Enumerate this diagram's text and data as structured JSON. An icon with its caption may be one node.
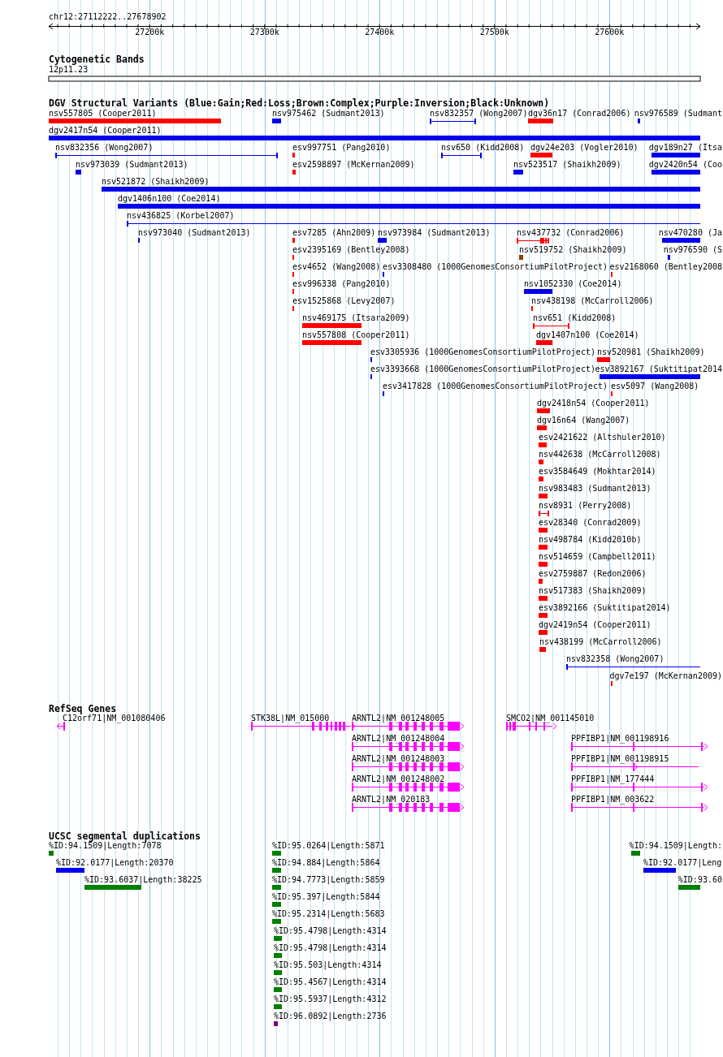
{
  "diagram": {
    "nodes": [
      {
        "text": [
          "nsv557805 (Cooper2011)"
        ]
      },
      {
        "text": [
          "nsv975462 (Sudmant2013)"
        ]
      },
      {
        "text": [
          "nsv832357 (Wong2007)"
        ]
      },
      {
        "text": [
          "dgv36n17 (Conrad2006)"
        ]
      },
      {
        "text": [
          "nsv976589 (Sudmant"
        ]
      },
      {
        "text": [
          "dgv2417n54 (Cooper2011)"
        ]
      },
      {
        "text": [
          "nsv832356 (Wong2007)"
        ]
      },
      {
        "text": [
          "esv997751 (Pang2010)"
        ]
      },
      {
        "text": [
          "nsv650 (Kidd2008)"
        ]
      },
      {
        "text": [
          "dgv24e203 (Vogler2010)"
        ]
      },
      {
        "text": [
          "dgv189n27 (Itsa"
        ]
      },
      {
        "text": [
          "nsv973039 (Sudmant2013)"
        ]
      },
      {
        "text": [
          "esv2598897 (McKernan2009)"
        ]
      },
      {
        "text": [
          "nsv523517 (Shaikh2009)"
        ]
      },
      {
        "text": [
          "dgv2420n54 (Coo"
        ]
      },
      {
        "text": [
          "nsv521872 (Shaikh2009)"
        ]
      },
      {
        "text": [
          "dgv1406n100 (Coe2014)"
        ]
      },
      {
        "text": [
          "nsv436825 (Korbel2007)"
        ]
      },
      {
        "text": [
          "nsv973040 (Sudmant2013)"
        ]
      },
      {
        "text": [
          "esv7285 (Ahn2009)"
        ]
      },
      {
        "text": [
          "nsv973984 (Sudmant2013)"
        ]
      },
      {
        "text": [
          "nsv437732 (Conrad2006)"
        ]
      },
      {
        "text": [
          "nsv470280 (Ja"
        ]
      },
      {
        "text": [
          "esv2395169 (Bentley2008)"
        ]
      },
      {
        "text": [
          "nsv519752 (Shaikh2009)"
        ]
      },
      {
        "text": [
          "nsv976590 (S"
        ]
      },
      {
        "text": [
          "esv4652 (Wang2008)"
        ]
      },
      {
        "text": [
          "esv3308480 (1000GenomesConsortiumPilotProject)"
        ]
      },
      {
        "text": [
          "esv2168060 (Bentley2008"
        ]
      },
      {
        "text": [
          "esv996338 (Pang2010)"
        ]
      },
      {
        "text": [
          "nsv1052330 (Coe2014)"
        ]
      },
      {
        "text": [
          "esv1525868 (Levy2007)"
        ]
      },
      {
        "text": [
          "nsv438198 (McCarroll2006)"
        ]
      },
      {
        "text": [
          "nsv469175 (Itsara2009)"
        ]
      },
      {
        "text": [
          "nsv651 (Kidd2008)"
        ]
      },
      {
        "text": [
          "nsv557808 (Cooper2011)"
        ]
      },
      {
        "text": [
          "dgv1407n100 (Coe2014)"
        ]
      },
      {
        "text": [
          "esv3305936 (1000GenomesConsortiumPilotProject)"
        ]
      },
      {
        "text": [
          "nsv520981 (Shaikh2009)"
        ]
      },
      {
        "text": [
          "esv3393668 (1000GenomesConsortiumPilotProject)"
        ]
      },
      {
        "text": [
          "esv3892167 (Suktitipat2014"
        ]
      },
      {
        "text": [
          "esv3417828 (1000GenomesConsortiumPilotProject)"
        ]
      },
      {
        "text": [
          "esv5097 (Wang2008)"
        ]
      },
      {
        "text": [
          "dgv2418n54 (Cooper2011)"
        ]
      },
      {
        "text": [
          "dgv16n64 (Wang2007)"
        ]
      },
      {
        "text": [
          "esv2421622 (Altshuler2010)"
        ]
      },
      {
        "text": [
          "nsv442638 (McCarroll2008)"
        ]
      },
      {
        "text": [
          "esv3584649 (Mokhtar2014)"
        ]
      },
      {
        "text": [
          "nsv983483 (Sudmant2013)"
        ]
      },
      {
        "text": [
          "nsv8931 (Perry2008)"
        ]
      },
      {
        "text": [
          "esv28340 (Conrad2009)"
        ]
      },
      {
        "text": [
          "nsv498784 (Kidd2010b)"
        ]
      },
      {
        "text": [
          "nsv514659 (Campbell2011)"
        ]
      },
      {
        "text": [
          "esv2759887 (Redon2006)"
        ]
      },
      {
        "text": [
          "nsv517383 (Shaikh2009)"
        ]
      },
      {
        "text": [
          "esv3892166 (Suktitipat2014)"
        ]
      },
      {
        "text": [
          "dgv2419n54 (Cooper2011)"
        ]
      },
      {
        "text": [
          "nsv438199 (McCarroll2006)"
        ]
      },
      {
        "text": [
          "nsv832358 (Wong2007)"
        ]
      },
      {
        "text": [
          "dgv7e197 (McKernan2009)"
        ]
      },
      {
        "text": [
          "C12orf71|NM_001080406"
        ]
      },
      {
        "text": [
          "STK38L|NM_015000"
        ]
      },
      {
        "text": [
          "ARNTL2|NM_001248005"
        ]
      },
      {
        "text": [
          "SMCO2|NM_001145010"
        ]
      },
      {
        "text": [
          "ARNTL2|NM_001248004"
        ]
      },
      {
        "text": [
          "PPFIBP1|NM_001198916"
        ]
      },
      {
        "text": [
          "ARNTL2|NM_001248003"
        ]
      },
      {
        "text": [
          "PPFIBP1|NM_001198915"
        ]
      },
      {
        "text": [
          "ARNTL2|NM_001248002"
        ]
      },
      {
        "text": [
          "PPFIBP1|NM_177444"
        ]
      },
      {
        "text": [
          "ARNTL2|NM_020183"
        ]
      },
      {
        "text": [
          "PPFIBP1|NM_003622"
        ]
      },
      {
        "text": [
          "%ID:94.1509|Length:7078"
        ]
      },
      {
        "text": [
          "%ID:95.0264|Length:5871"
        ]
      },
      {
        "text": [
          "%ID:94.1509|Length:"
        ]
      },
      {
        "text": [
          "%ID:92.0177|Length:20370"
        ]
      },
      {
        "text": [
          "%ID:94.884|Length:5864"
        ]
      },
      {
        "text": [
          "%ID:92.0177|Leng"
        ]
      },
      {
        "text": [
          "%ID:93.6037|Length:38225"
        ]
      },
      {
        "text": [
          "%ID:94.7773|Length:5859"
        ]
      },
      {
        "text": [
          "%ID:93.60"
        ]
      },
      {
        "text": [
          "%ID:95.397|Length:5844"
        ]
      },
      {
        "text": [
          "%ID:95.2314|Length:5683"
        ]
      },
      {
        "text": [
          "%ID:95.4798|Length:4314"
        ]
      },
      {
        "text": [
          "%ID:95.4798|Length:4314"
        ]
      },
      {
        "text": [
          "%ID:95.503|Length:4314"
        ]
      },
      {
        "text": [
          "%ID:95.4567|Length:4314"
        ]
      },
      {
        "text": [
          "%ID:95.5937|Length:4312"
        ]
      },
      {
        "text": [
          "%ID:96.0892|Length:2736"
        ]
      }
    ],
    "labels": [
      "chr12:27112222..27678902",
      "27200k",
      "27300k",
      "27400k",
      "27500k",
      "27600k",
      "Cytogenetic Bands",
      "12p11.23",
      "DGV Structural Variants (Blue:Gain;Red:Loss;Brown:Complex;Purple:Inversion;Black:Unknown)",
      "RefSeq Genes",
      "UCSC segmental duplications"
    ]
  }
}
